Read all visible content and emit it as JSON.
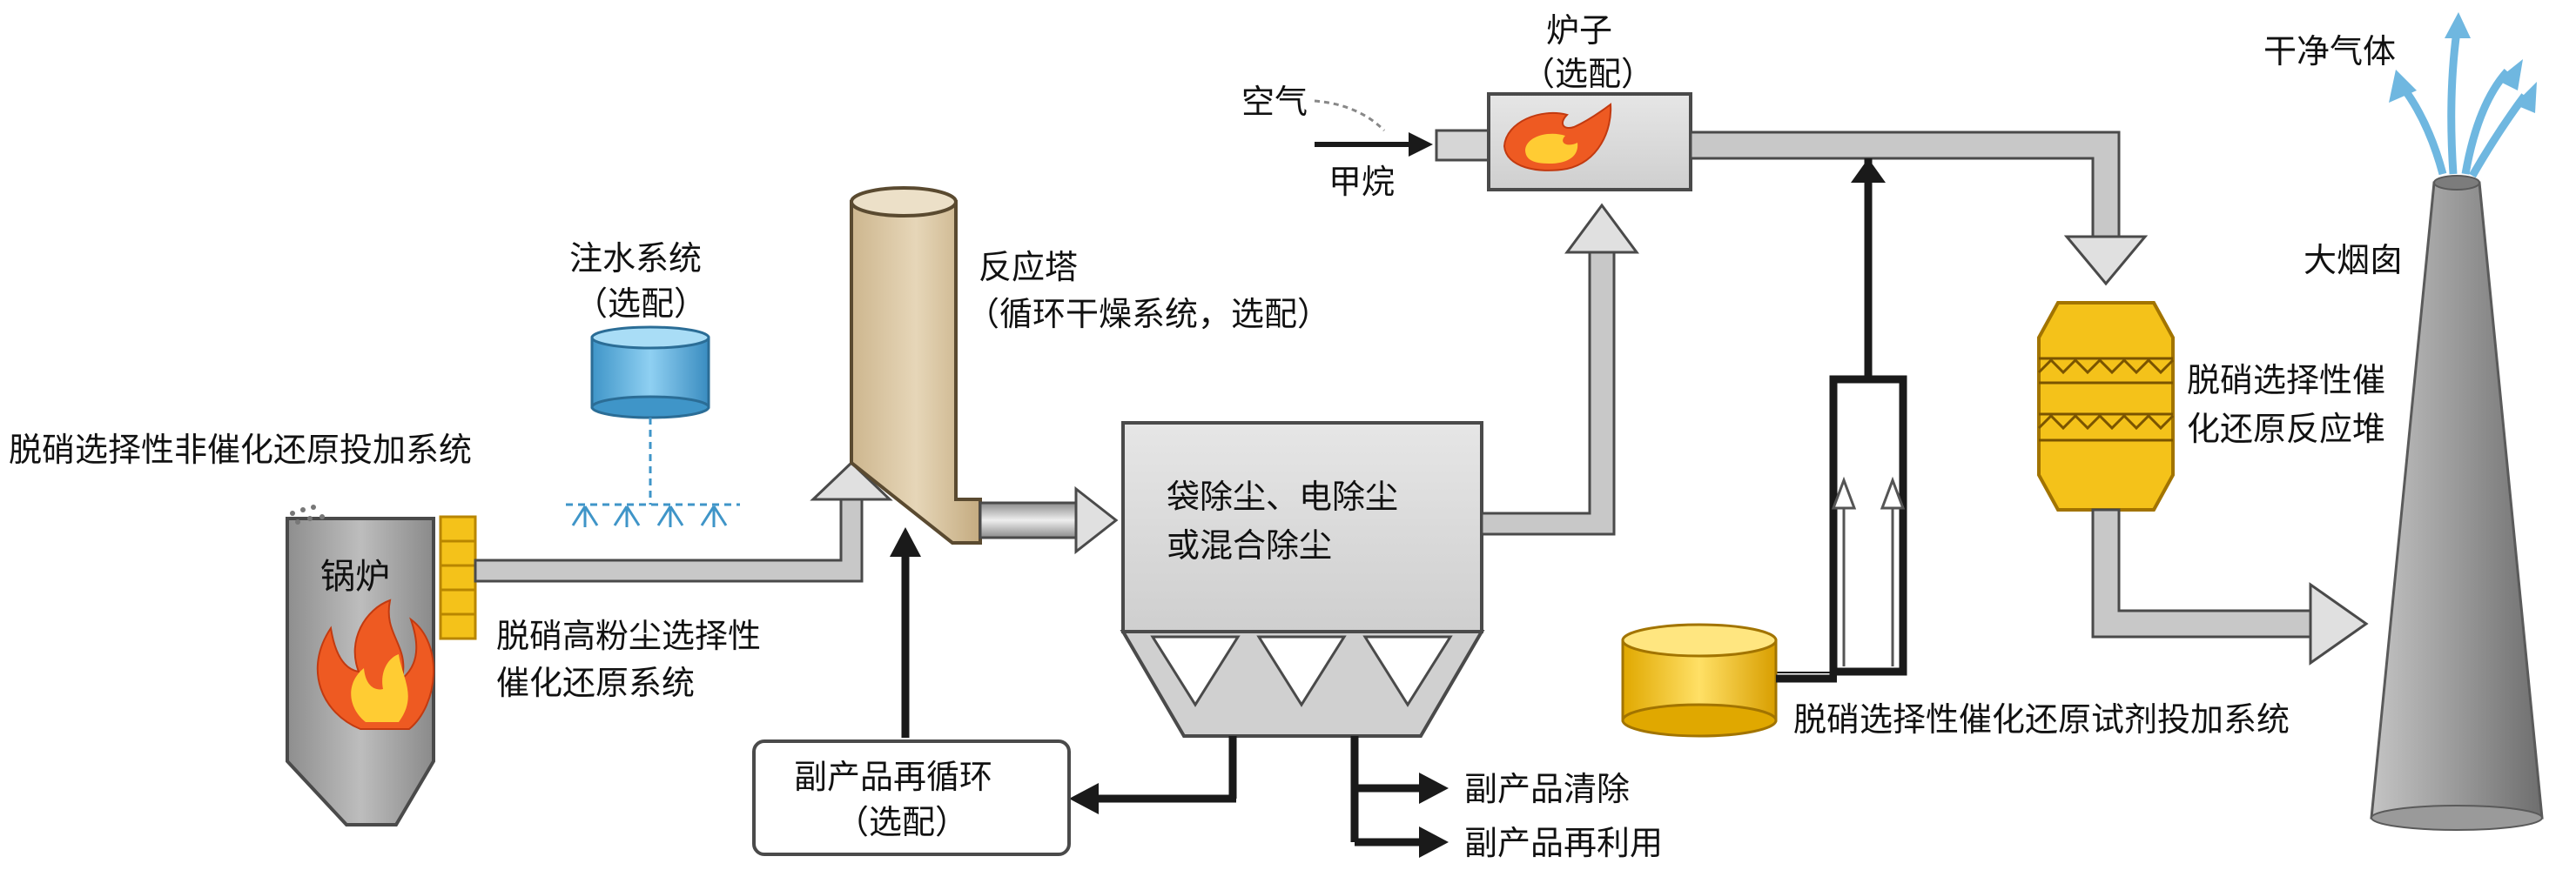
{
  "labels": {
    "boiler": "锅炉",
    "sncr_system": "脱硝选择性非催化还原投加系统",
    "water_injection": "注水系统",
    "water_injection_opt": "（选配）",
    "high_dust_scr_line1": "脱硝高粉尘选择性",
    "high_dust_scr_line2": "催化还原系统",
    "reactor_tower": "反应塔",
    "reactor_tower_note": "（循环干燥系统，选配）",
    "dust_removal_line1": "袋除尘、电除尘",
    "dust_removal_line2": "或混合除尘",
    "byproduct_recycle": "副产品再循环",
    "byproduct_recycle_opt": "（选配）",
    "byproduct_clear": "副产品清除",
    "byproduct_reuse": "副产品再利用",
    "furnace": "炉子",
    "furnace_opt": "（选配）",
    "air": "空气",
    "methane": "甲烷",
    "scr_reactor_line1": "脱硝选择性催",
    "scr_reactor_line2": "化还原反应堆",
    "scr_reagent_system": "脱硝选择性催化还原试剂投加系统",
    "clean_gas": "干净气体",
    "chimney": "大烟囱"
  },
  "colors": {
    "duct_fill": "#c8c8c8",
    "duct_edge": "#4a4a4a",
    "black_line": "#1a1a1a",
    "tower": "#dcc8a6",
    "water_tank": "#62b8e8",
    "reagent_tank": "#f2c81e",
    "catalyst": "#f4c21a",
    "flame_orange": "#ee5a22",
    "flame_yellow": "#ffcc33",
    "clean_gas": "#6fb7e0",
    "unit_box": "#dcdcdc",
    "boiler": "#a9a9a9"
  }
}
